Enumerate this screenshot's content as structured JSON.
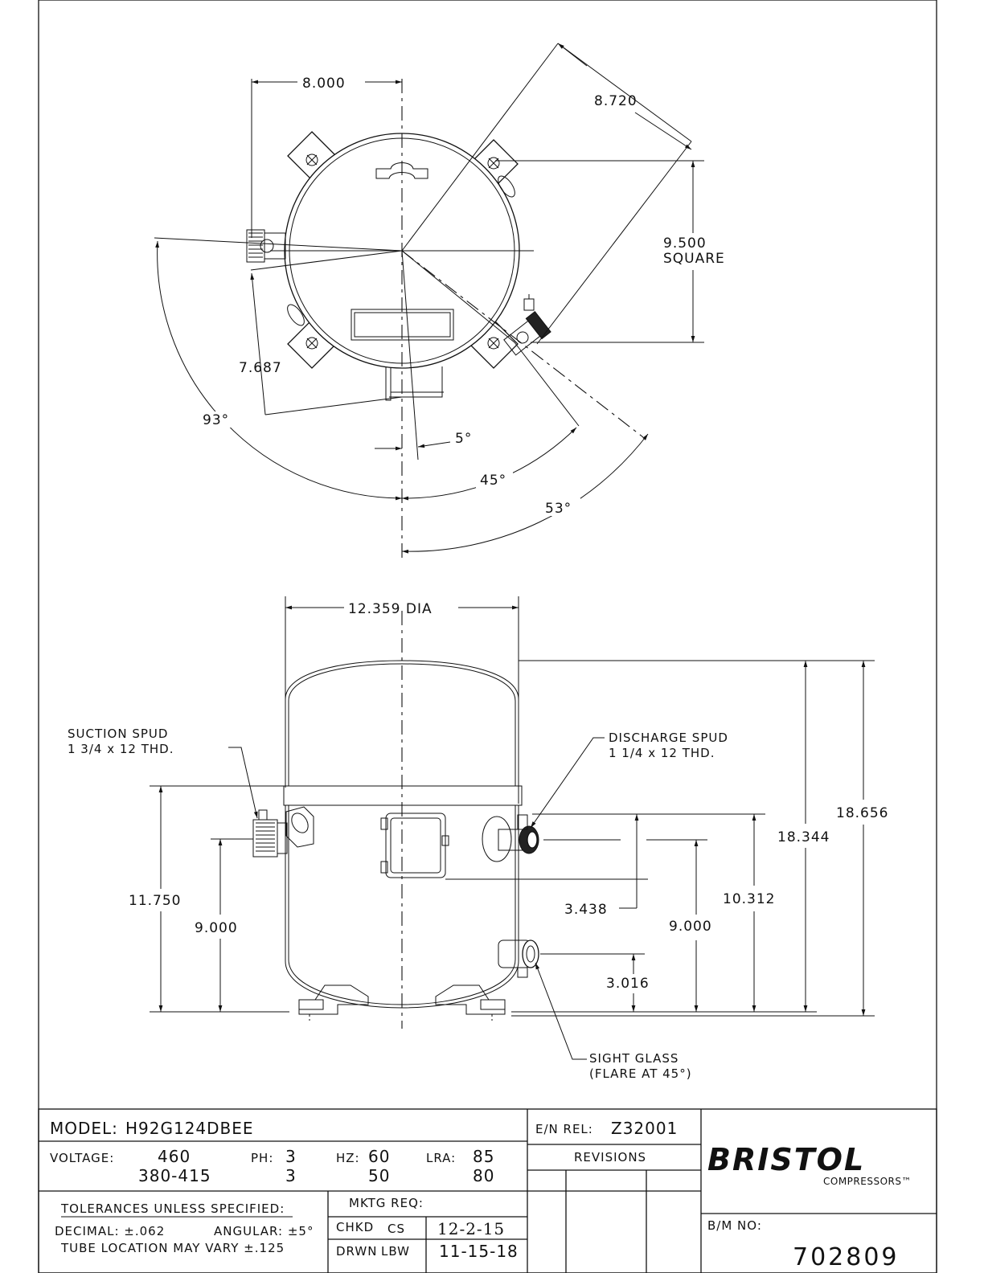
{
  "top_view": {
    "dim_width": "8.000",
    "dim_diagonal": "8.720",
    "dim_square_value": "9.500",
    "dim_square_label": "SQUARE",
    "dim_radius": "7.687",
    "angle_93": "93°",
    "angle_5": "5°",
    "angle_45": "45°",
    "angle_53": "53°"
  },
  "side_view": {
    "dim_dia": "12.359 DIA",
    "dim_18656": "18.656",
    "dim_18344": "18.344",
    "dim_10312": "10.312",
    "dim_9000_right": "9.000",
    "dim_3438": "3.438",
    "dim_3016": "3.016",
    "dim_11750": "11.750",
    "dim_9000_left": "9.000",
    "suction_label_1": "SUCTION SPUD",
    "suction_label_2": "1 3/4 x 12 THD.",
    "discharge_label_1": "DISCHARGE SPUD",
    "discharge_label_2": "1 1/4 x 12 THD.",
    "sight_label_1": "SIGHT GLASS",
    "sight_label_2": "(FLARE AT 45°)"
  },
  "title_block": {
    "model_label": "MODEL:",
    "model_value": "H92G124DBEE",
    "voltage_label": "VOLTAGE:",
    "voltage_1": "460",
    "voltage_2": "380-415",
    "ph_label": "PH:",
    "ph_1": "3",
    "ph_2": "3",
    "hz_label": "HZ:",
    "hz_1": "60",
    "hz_2": "50",
    "lra_label": "LRA:",
    "lra_1": "85",
    "lra_2": "80",
    "tolerances_label": "TOLERANCES UNLESS SPECIFIED:",
    "decimal": "DECIMAL: ±.062",
    "angular": "ANGULAR: ±5°",
    "tube_note": "TUBE LOCATION MAY VARY ±.125",
    "mktg_label": "MKTG REQ:",
    "chkd_label": "CHKD",
    "chkd_by": "CS",
    "chkd_date": "12-2-15",
    "drwn_label": "DRWN",
    "drwn_by": "LBW",
    "drwn_date": "11-15-18",
    "en_rel_label": "E/N REL:",
    "en_rel_value": "Z32001",
    "revisions_label": "REVISIONS",
    "logo_text": "BRISTOL",
    "logo_sub": "COMPRESSORS™",
    "bm_label": "B/M NO:",
    "bm_value": "702809"
  }
}
